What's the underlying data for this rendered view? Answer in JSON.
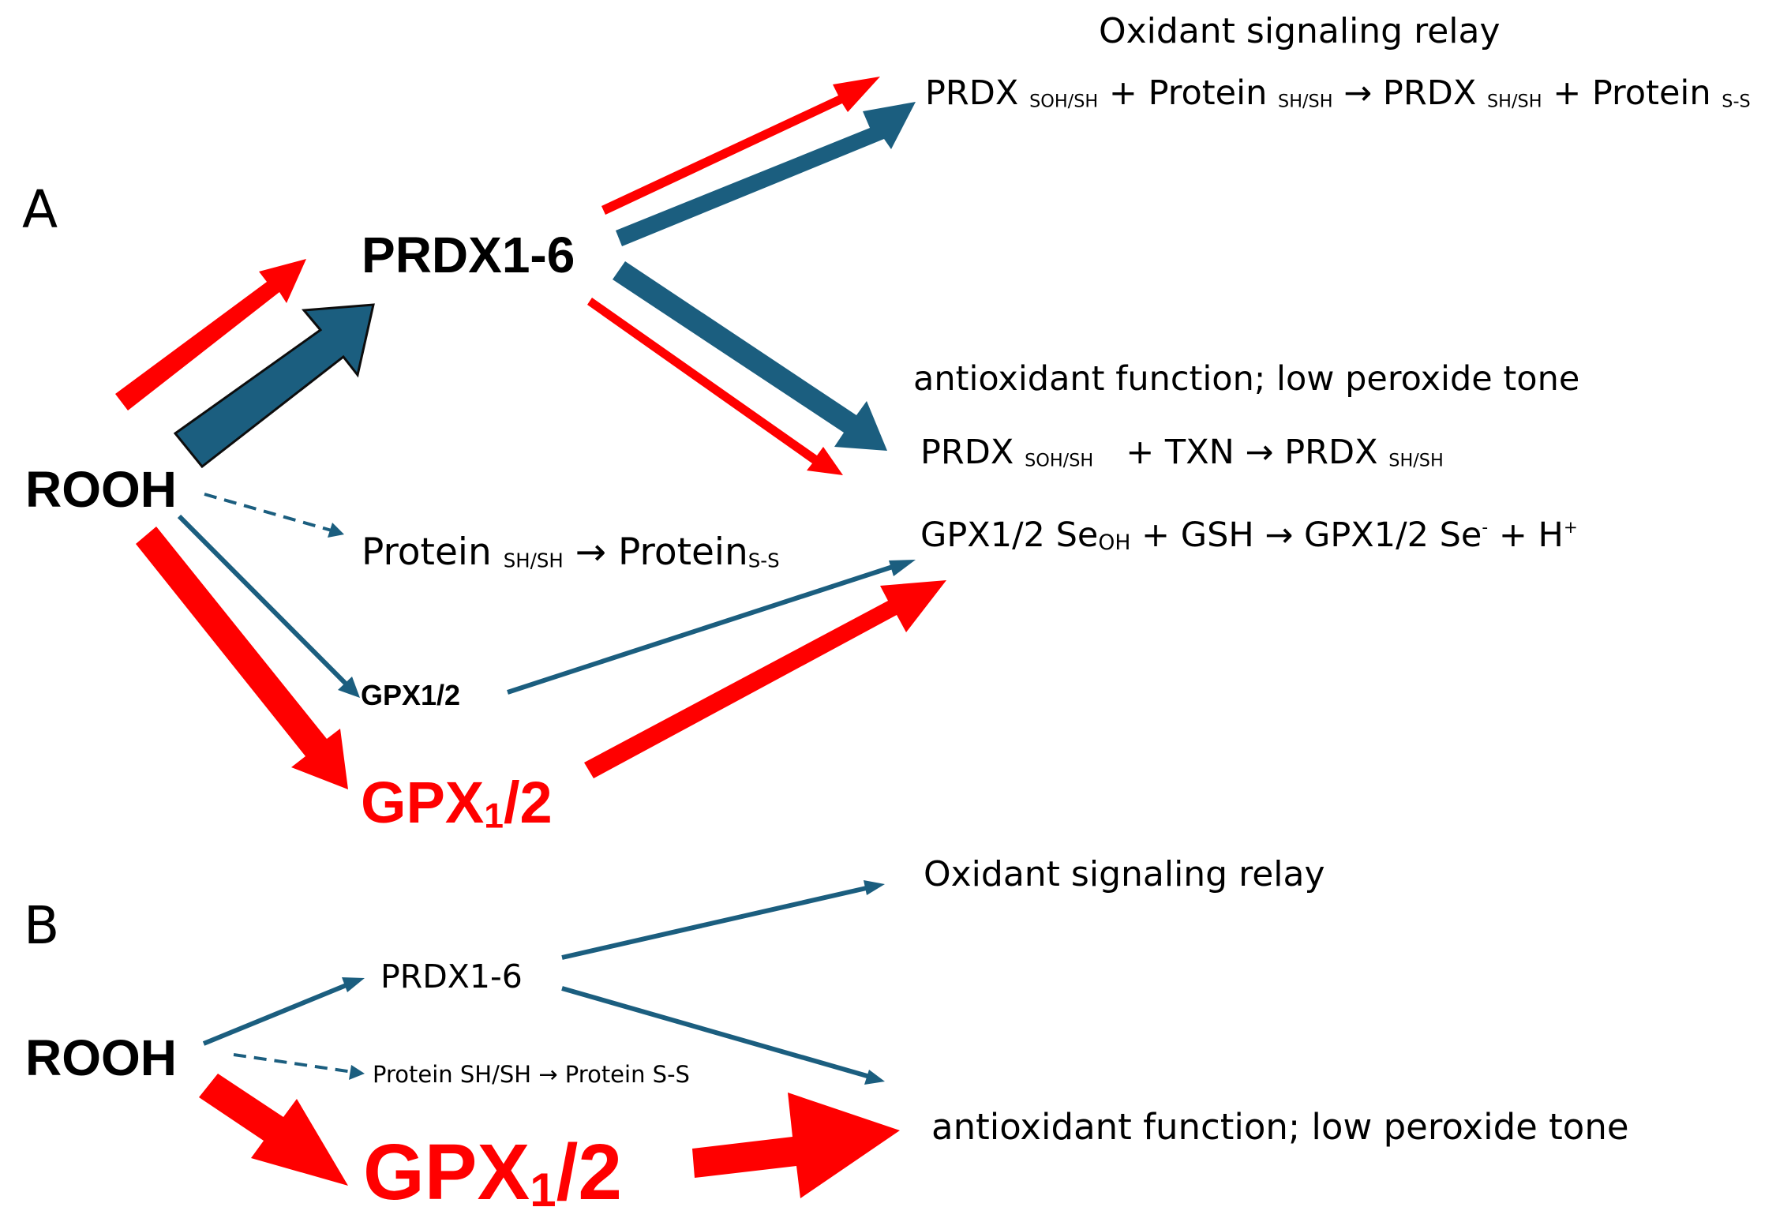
{
  "colors": {
    "red": "#ff0000",
    "blue": "#1b5e7f",
    "text": "#000000"
  },
  "panel_a": {
    "letter": "A",
    "rooh": "ROOH",
    "prdx": "PRDX1-6",
    "gpx_small": "GPX1/2",
    "gpx_big": {
      "main": "GPX",
      "sub": "1",
      "tail": "/2"
    },
    "relay_title": "Oxidant signaling relay",
    "relay_eq": {
      "t1": "PRDX",
      "s1": "SOH/SH",
      "t2": "+ Protein",
      "s2": "SH/SH",
      "t3": "→ PRDX",
      "s3": "SH/SH",
      "t4": "+ Protein",
      "s4": "S-S"
    },
    "antiox_title": "antioxidant function; low peroxide tone",
    "txn_eq": {
      "t1": "PRDX",
      "s1": "SOH/SH",
      "t2": "+ TXN → PRDX",
      "s2": "SH/SH"
    },
    "gpx_eq": {
      "t1": "GPX1/2 Se",
      "s1": "OH",
      "t2": "+ GSH → GPX1/2 Se",
      "sup1": "-",
      "t3": "+ H",
      "sup2": "+"
    },
    "protein_eq": {
      "t1": "Protein",
      "s1": "SH/SH",
      "t2": "→ Protein",
      "s2": "S-S"
    }
  },
  "panel_b": {
    "letter": "B",
    "rooh": "ROOH",
    "prdx": "PRDX1-6",
    "protein_eq": "Protein SH/SH → Protein S-S",
    "gpx_big": {
      "main": "GPX",
      "sub": "1",
      "tail": "/2"
    },
    "relay": "Oxidant signaling relay",
    "antiox": "antioxidant function; low peroxide tone"
  }
}
